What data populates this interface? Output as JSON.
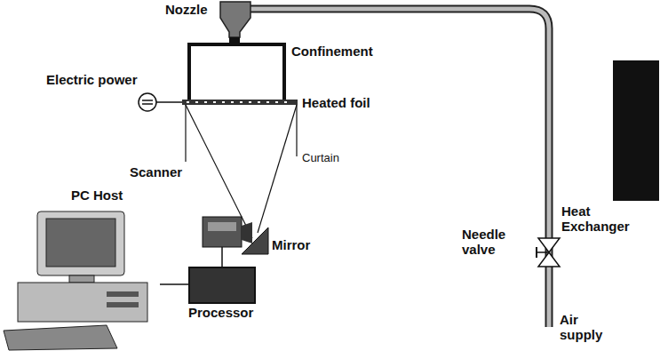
{
  "diagram": {
    "nodes": [
      {
        "text": [
          "PC Host"
        ]
      },
      {
        "text": [
          "Processor"
        ]
      }
    ],
    "edges": [
      {
        "from": 0,
        "to": 1,
        "arrow": "none"
      }
    ],
    "labels": [
      "Nozzle",
      "Confinement",
      "Electric power",
      "Heated foil",
      "Scanner",
      "Curtain",
      "Mirror",
      "Heat Exchanger",
      "Needle valve",
      "Air supply"
    ]
  }
}
